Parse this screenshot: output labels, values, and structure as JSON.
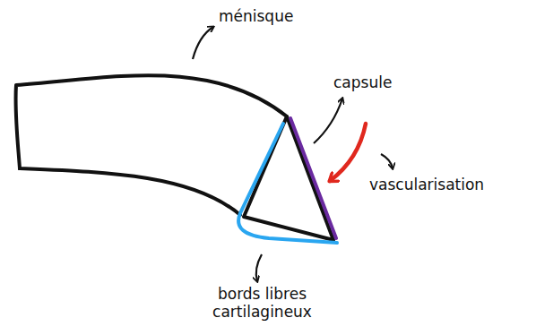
{
  "diagram": {
    "labels": [
      "ménisque",
      "capsule",
      "vascularisation",
      "bords libres cartilagineux"
    ]
  }
}
